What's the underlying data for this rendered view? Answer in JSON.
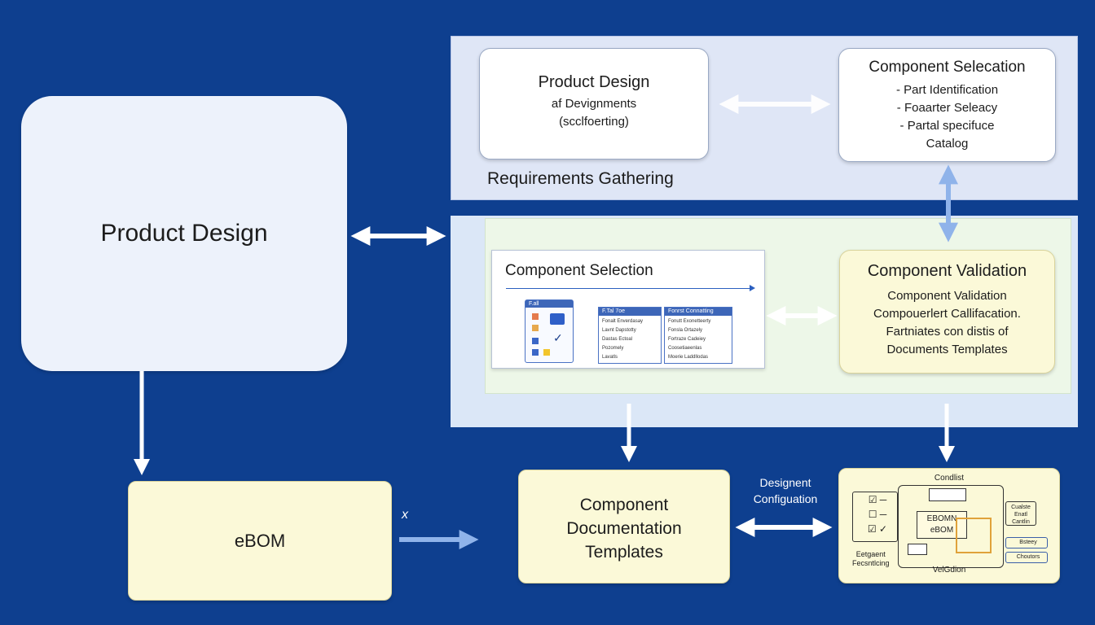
{
  "requirements_label": "Requirements Gathering",
  "product_design_main": "Product Design",
  "product_design_top": {
    "title": "Product Design",
    "lines": [
      "af Devignments",
      "(scclfoerting)"
    ]
  },
  "component_selecation": {
    "title": "Component Selecation",
    "lines": [
      "- Part Identification",
      "- Foaarter Seleacy",
      "- Partal specifuce",
      "Catalog"
    ]
  },
  "component_selection_panel": {
    "title": "Component Selection",
    "mini_headers": [
      "F.all",
      "F.Tal 7oe",
      "Fonrst Connatting"
    ],
    "list_a": [
      "Fonalt Enverdasay",
      "Lavnt Dapstotty",
      "Dastas Ectoal",
      "Pozomely",
      "Lavatls"
    ],
    "list_b": [
      "Fonutt Exonetteerty",
      "Fonsla Ortazely",
      "Fortraze Cadeiey",
      "Coosetiaeenlas",
      "Moerie Laddllodas"
    ]
  },
  "component_validation": {
    "title": "Component Validation",
    "lines": [
      "Component Validation",
      "Compouerlert Callifacation.",
      "Fartniates con distis of",
      "Documents Templates"
    ]
  },
  "ebom": {
    "title": "eBOM",
    "mark": "x"
  },
  "component_docs": {
    "lines": [
      "Component",
      "Documentation",
      "Templates"
    ]
  },
  "designent_config": {
    "lines": [
      "Designent",
      "Configuation"
    ]
  },
  "ebom_diagram": {
    "top_label": "Condlist",
    "center_lines": [
      "EBOMN",
      "eBOM"
    ],
    "left_bottom": [
      "Eetgaent",
      "Fecsntlcing"
    ],
    "bottom_label": "VelGdion",
    "right_items": [
      "Cualste Enatl Cantlin",
      "Bsteey",
      "Choutors"
    ]
  },
  "colors": {
    "background": "#0e3f8f",
    "cream_box": "#fbf9d8",
    "arrow_blue": "#8fb3ea",
    "link_blue": "#2b5fc0"
  }
}
